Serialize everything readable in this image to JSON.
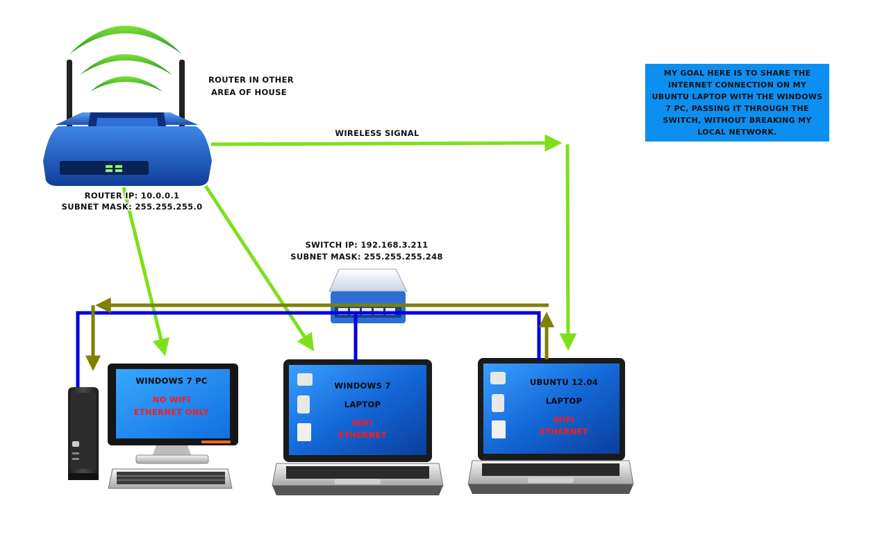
{
  "router": {
    "location_label_line1": "ROUTER IN OTHER",
    "location_label_line2": "AREA OF HOUSE",
    "ip_label": "ROUTER IP: 10.0.0.1",
    "mask_label": "SUBNET MASK: 255.255.255.0"
  },
  "wireless_label": "WIRELESS SIGNAL",
  "switch": {
    "ip_label": "SWITCH IP: 192.168.3.211",
    "mask_label": "SUBNET MASK: 255.255.255.248"
  },
  "goal_note": "MY GOAL HERE IS TO SHARE THE INTERNET CONNECTION ON MY UBUNTU LAPTOP WITH THE WINDOWS 7 PC, PASSING IT THROUGH THE SWITCH, WITHOUT BREAKING MY LOCAL NETWORK.",
  "desktop_pc": {
    "title": "WINDOWS 7 PC",
    "line1": "NO WIFI",
    "line2": "ETHERNET ONLY"
  },
  "win7_laptop": {
    "title": "WINDOWS 7",
    "subtitle": "LAPTOP",
    "line1": "WIFI",
    "line2": "ETHERNET"
  },
  "ubuntu_laptop": {
    "title": "UBUNTU 12.04",
    "subtitle": "LAPTOP",
    "line1": "WIFI",
    "line2": "ETHERNET"
  },
  "colors": {
    "wireless_arrow": "#7ee01a",
    "ethernet_cable": "#0000e0",
    "shared_route": "#808000",
    "note_background": "#0c8ff0",
    "router_body": "#1e63c8",
    "screen_blue": "#1f7be6",
    "warning_text": "#ff1a1a"
  }
}
